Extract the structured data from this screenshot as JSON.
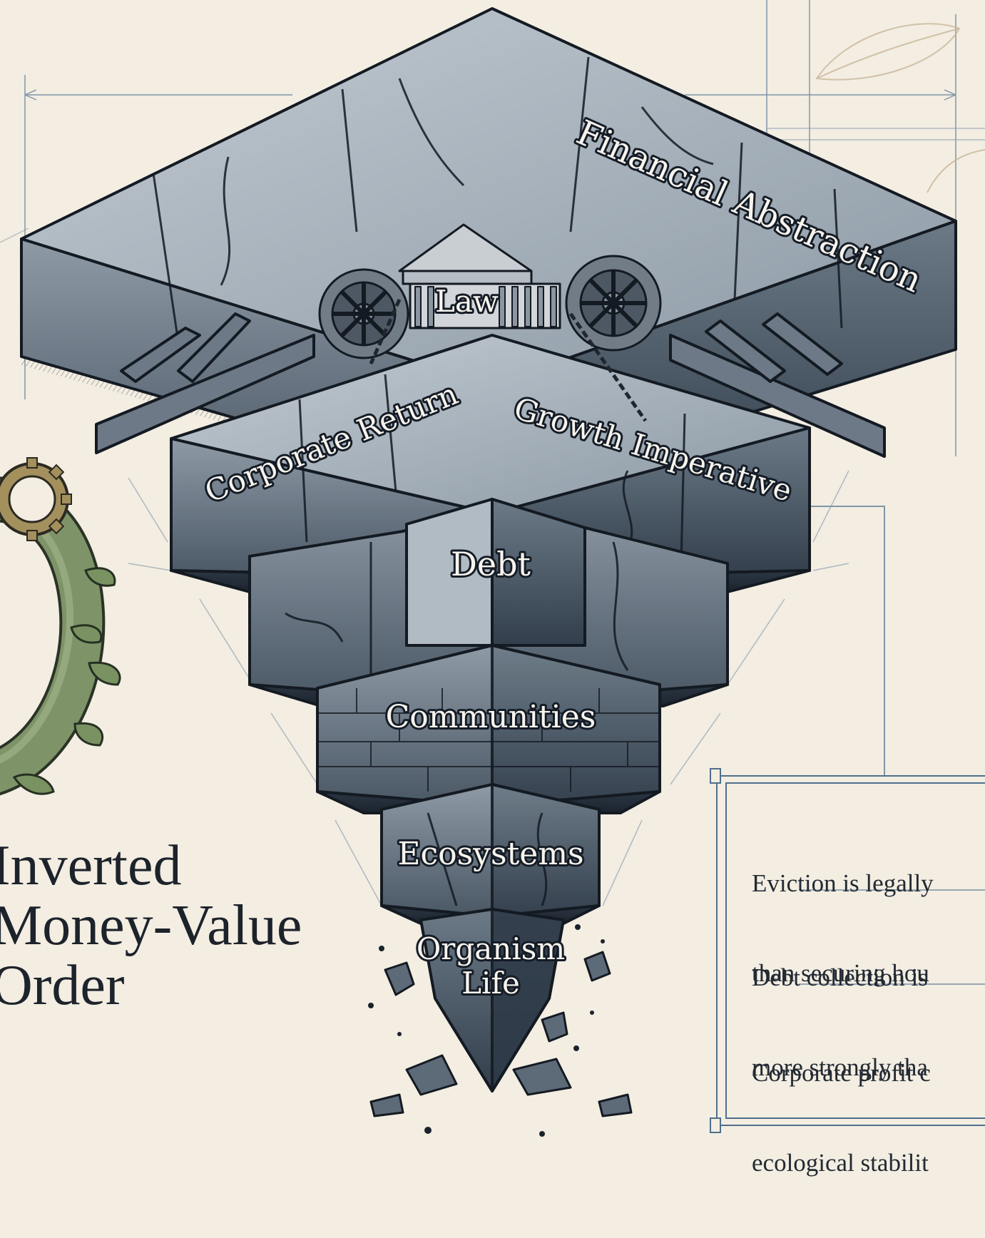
{
  "diagram": {
    "title_lines": [
      "Inverted",
      "Money-Value",
      "Order"
    ],
    "layers": {
      "financial_abstraction": "Financial Abstraction",
      "law": "Law",
      "corporate_return": "Corporate Return",
      "growth_imperative": "Growth Imperative",
      "debt": "Debt",
      "communities": "Communities",
      "ecosystems": "Ecosystems",
      "organism_life_line1": "Organism",
      "organism_life_line2": "Life"
    },
    "callout_items": [
      {
        "line1": "Eviction is legally",
        "line2": "than securing hou"
      },
      {
        "line1": "Debt collection is",
        "line2": "more strongly tha"
      },
      {
        "line1": "Corporate profit c",
        "line2": "ecological stabilit"
      }
    ],
    "colors": {
      "background": "#f3ede2",
      "stone_light": "#a9b4bd",
      "stone_mid": "#7d8b97",
      "stone_dark": "#3a4654",
      "outline": "#141a22",
      "label_text": "#f7f4ee",
      "blueprint_line": "#4f6f8c",
      "vine_green": "#6f8556",
      "gear_brass": "#a08a55"
    },
    "icons": [
      "gear-icon",
      "temple-icon",
      "chain-icon",
      "leaf-icon",
      "vine-ring-icon"
    ]
  }
}
